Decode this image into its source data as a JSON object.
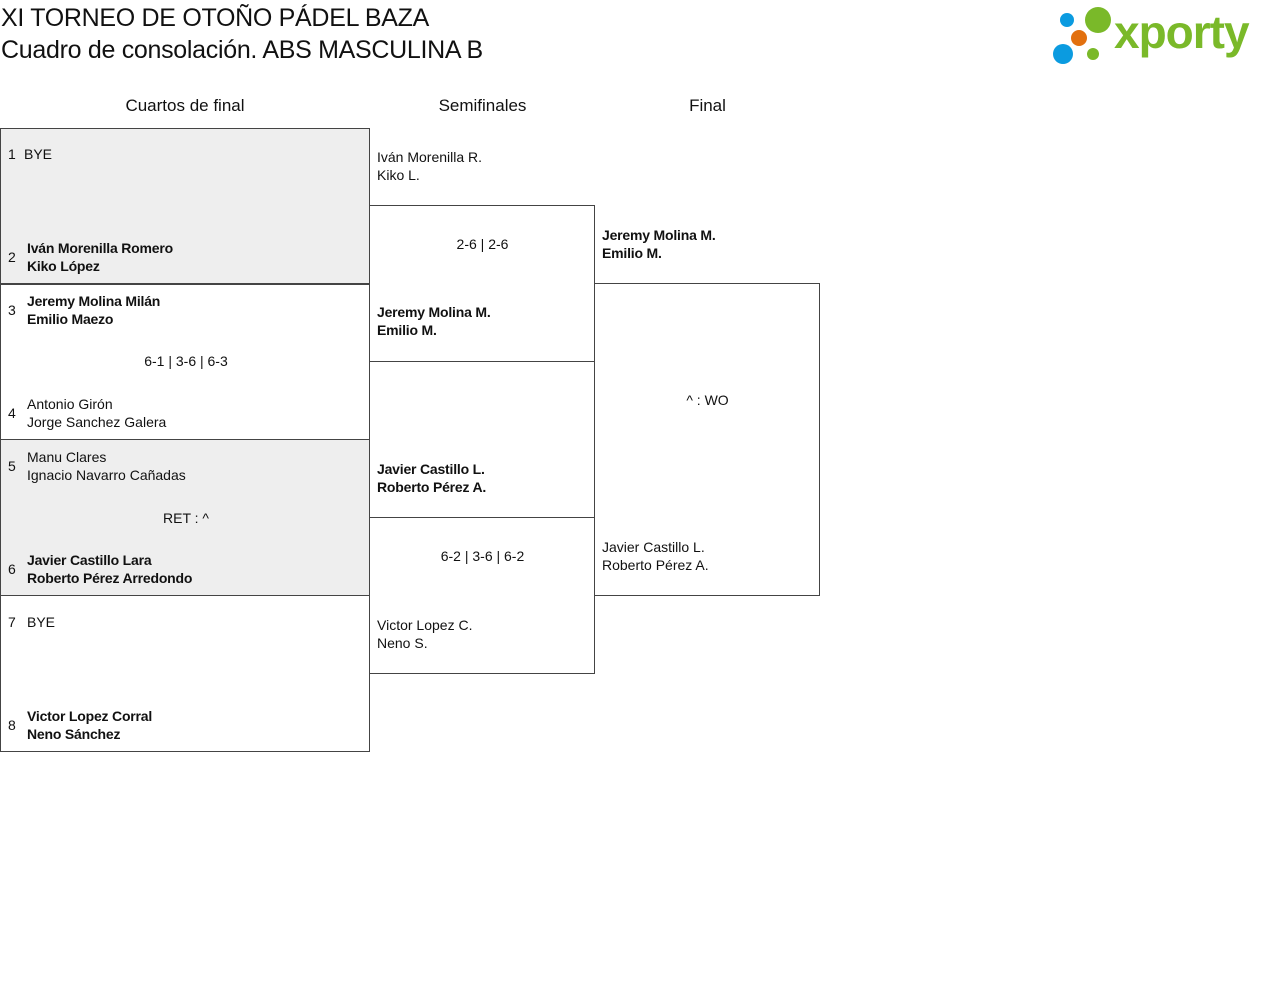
{
  "title": "XI TORNEO DE OTOÑO PÁDEL BAZA",
  "subtitle": "Cuadro de consolación. ABS MASCULINA B",
  "logo": {
    "text": "xporty",
    "colors": [
      "#7ab929",
      "#e2700f",
      "#0b9be0"
    ]
  },
  "rounds": [
    "Cuartos de final",
    "Semifinales",
    "Final"
  ],
  "qf": [
    {
      "n1": "1",
      "a": [
        "BYE"
      ],
      "n2": "2",
      "b": [
        "Iván Morenilla Romero",
        "Kiko López"
      ],
      "score": ""
    },
    {
      "n1": "3",
      "a": [
        "Jeremy Molina Milán",
        "Emilio Maezo"
      ],
      "n2": "4",
      "b": [
        "Antonio Girón",
        "Jorge Sanchez Galera"
      ],
      "score": "6-1 | 3-6 | 6-3"
    },
    {
      "n1": "5",
      "a": [
        "Manu Clares",
        "Ignacio Navarro Cañadas"
      ],
      "n2": "6",
      "b": [
        "Javier Castillo Lara",
        "Roberto Pérez Arredondo"
      ],
      "score": "RET : ^"
    },
    {
      "n1": "7",
      "a": [
        "BYE"
      ],
      "n2": "8",
      "b": [
        "Victor Lopez Corral",
        "Neno Sánchez"
      ],
      "score": ""
    }
  ],
  "sf": [
    {
      "a": [
        "Iván Morenilla R.",
        "Kiko L."
      ],
      "b": [
        "Jeremy Molina M.",
        "Emilio M."
      ],
      "score": "2-6 | 2-6"
    },
    {
      "a": [
        "Javier Castillo L.",
        "Roberto Pérez A."
      ],
      "b": [
        "Victor Lopez C.",
        "Neno S."
      ],
      "score": "6-2 | 3-6 | 6-2"
    }
  ],
  "final": {
    "a": [
      "Jeremy Molina M.",
      "Emilio M."
    ],
    "b": [
      "Javier Castillo L.",
      "Roberto Pérez A."
    ],
    "score": "^ : WO"
  }
}
